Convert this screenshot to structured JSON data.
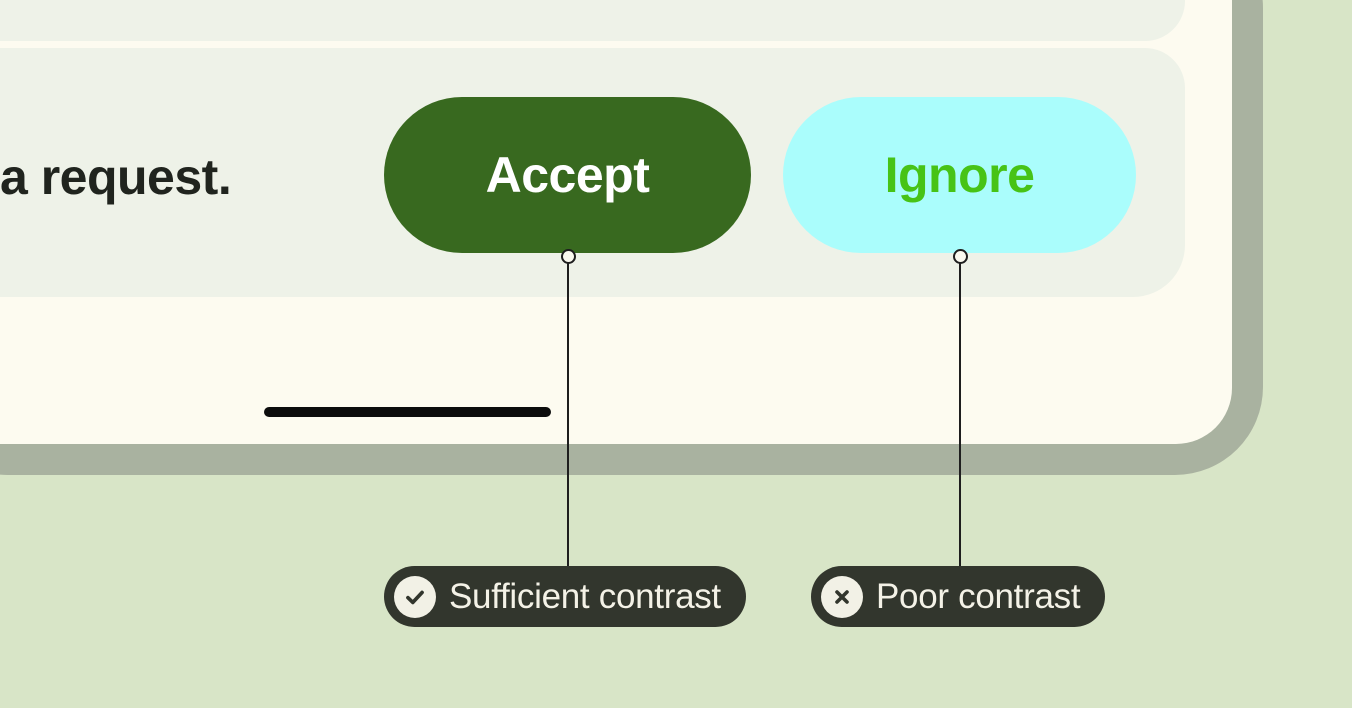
{
  "colors": {
    "page_bg": "#d8e5c7",
    "phone_frame": "#a9b2a0",
    "phone_screen": "#fdfbf0",
    "section_bg": "#eef2e8",
    "message_text": "#20241e",
    "accept_bg": "#38691f",
    "accept_text": "#ffffff",
    "ignore_bg": "#aafdfc",
    "ignore_text": "#47c316",
    "home_indicator": "#0c0c0c",
    "tag_bg": "#32362d",
    "tag_text": "#f4f2e7"
  },
  "notification": {
    "message": "a request.",
    "accept_label": "Accept",
    "ignore_label": "Ignore"
  },
  "annotations": {
    "sufficient": {
      "icon": "check-icon",
      "label": "Sufficient contrast"
    },
    "poor": {
      "icon": "x-icon",
      "label": "Poor contrast"
    }
  }
}
